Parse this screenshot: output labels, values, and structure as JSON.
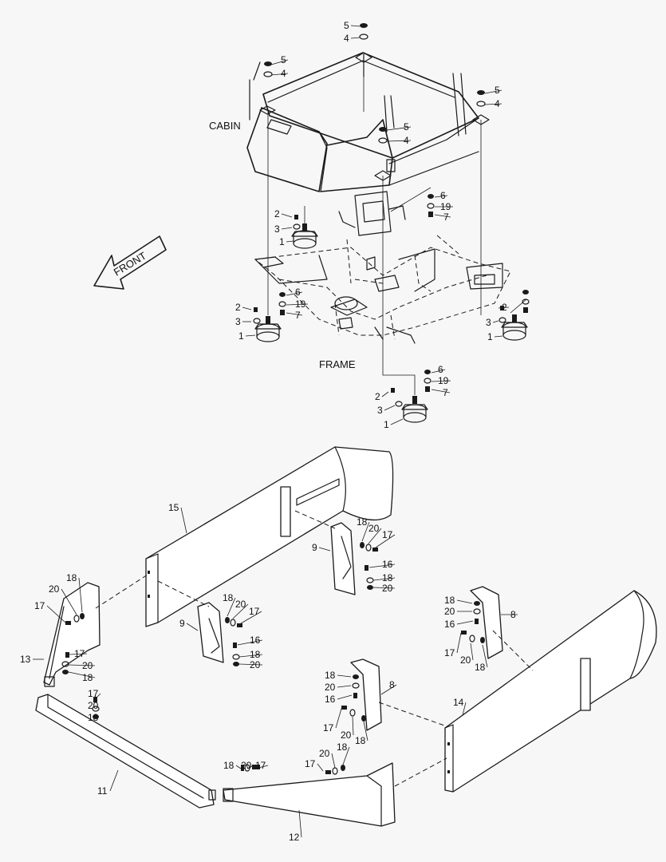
{
  "labels": {
    "cabin": "CABIN",
    "frame": "FRAME",
    "front": "FRONT"
  },
  "callouts": [
    {
      "n": "5"
    },
    {
      "n": "4"
    },
    {
      "n": "5"
    },
    {
      "n": "4"
    },
    {
      "n": "5"
    },
    {
      "n": "4"
    },
    {
      "n": "5"
    },
    {
      "n": "4"
    },
    {
      "n": "6"
    },
    {
      "n": "19"
    },
    {
      "n": "7"
    },
    {
      "n": "2"
    },
    {
      "n": "3"
    },
    {
      "n": "1"
    },
    {
      "n": "6"
    },
    {
      "n": "19"
    },
    {
      "n": "7"
    },
    {
      "n": "2"
    },
    {
      "n": "3"
    },
    {
      "n": "1"
    },
    {
      "n": "2"
    },
    {
      "n": "3"
    },
    {
      "n": "1"
    },
    {
      "n": "6"
    },
    {
      "n": "19"
    },
    {
      "n": "7"
    },
    {
      "n": "2"
    },
    {
      "n": "3"
    },
    {
      "n": "1"
    },
    {
      "n": "15"
    },
    {
      "n": "18"
    },
    {
      "n": "20"
    },
    {
      "n": "17"
    },
    {
      "n": "9"
    },
    {
      "n": "16"
    },
    {
      "n": "18"
    },
    {
      "n": "20"
    },
    {
      "n": "18"
    },
    {
      "n": "20"
    },
    {
      "n": "17"
    },
    {
      "n": "18"
    },
    {
      "n": "20"
    },
    {
      "n": "17"
    },
    {
      "n": "9"
    },
    {
      "n": "16"
    },
    {
      "n": "18"
    },
    {
      "n": "20"
    },
    {
      "n": "13"
    },
    {
      "n": "17"
    },
    {
      "n": "20"
    },
    {
      "n": "18"
    },
    {
      "n": "17"
    },
    {
      "n": "20"
    },
    {
      "n": "18"
    },
    {
      "n": "11"
    },
    {
      "n": "18"
    },
    {
      "n": "20"
    },
    {
      "n": "16"
    },
    {
      "n": "17"
    },
    {
      "n": "20"
    },
    {
      "n": "18"
    },
    {
      "n": "8"
    },
    {
      "n": "18"
    },
    {
      "n": "20"
    },
    {
      "n": "16"
    },
    {
      "n": "17"
    },
    {
      "n": "20"
    },
    {
      "n": "18"
    },
    {
      "n": "8"
    },
    {
      "n": "14"
    },
    {
      "n": "18"
    },
    {
      "n": "20"
    },
    {
      "n": "17"
    },
    {
      "n": "20"
    },
    {
      "n": "18"
    },
    {
      "n": "17"
    },
    {
      "n": "12"
    }
  ]
}
